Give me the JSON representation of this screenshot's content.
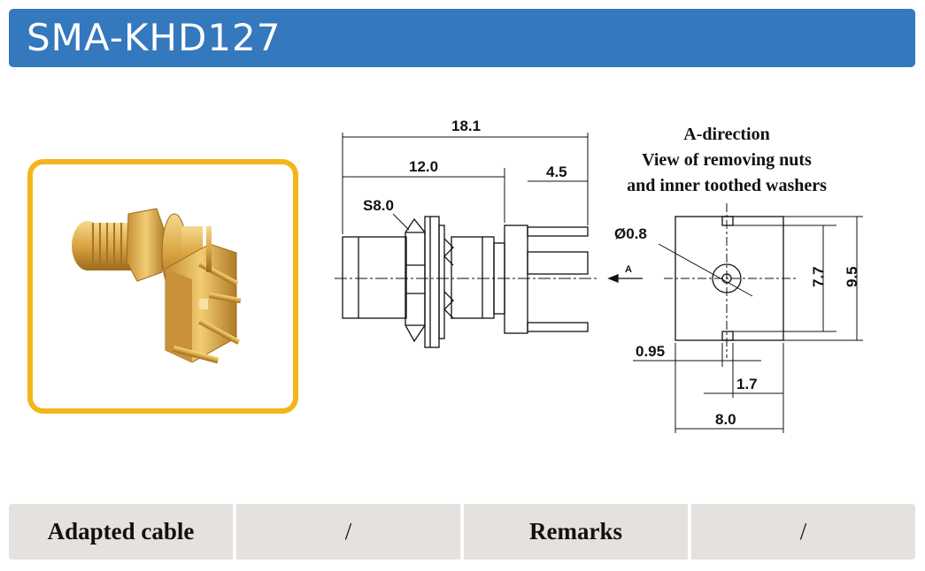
{
  "title": "SMA-KHD127",
  "drawing": {
    "dim_total": "18.1",
    "dim_body": "12.0",
    "dim_pins": "4.5",
    "dim_hex": "S8.0",
    "dim_pin_dia": "Ø0.8",
    "view_marker": "A",
    "dim_inner_height": "7.7",
    "dim_outer_height": "9.5",
    "dim_slot": "0.95",
    "dim_pin_spacing": "1.7",
    "dim_width": "8.0",
    "view_caption": [
      "A-direction",
      "View of removing nuts",
      "and inner toothed washers"
    ]
  },
  "footer": {
    "adapted_cable_label": "Adapted cable",
    "adapted_cable_value": "/",
    "remarks_label": "Remarks",
    "remarks_value": "/"
  },
  "colors": {
    "title_bar": "#3478be",
    "frame": "#f3b51b",
    "gold": "#d9a441",
    "footer_bg": "#e4e1de"
  }
}
